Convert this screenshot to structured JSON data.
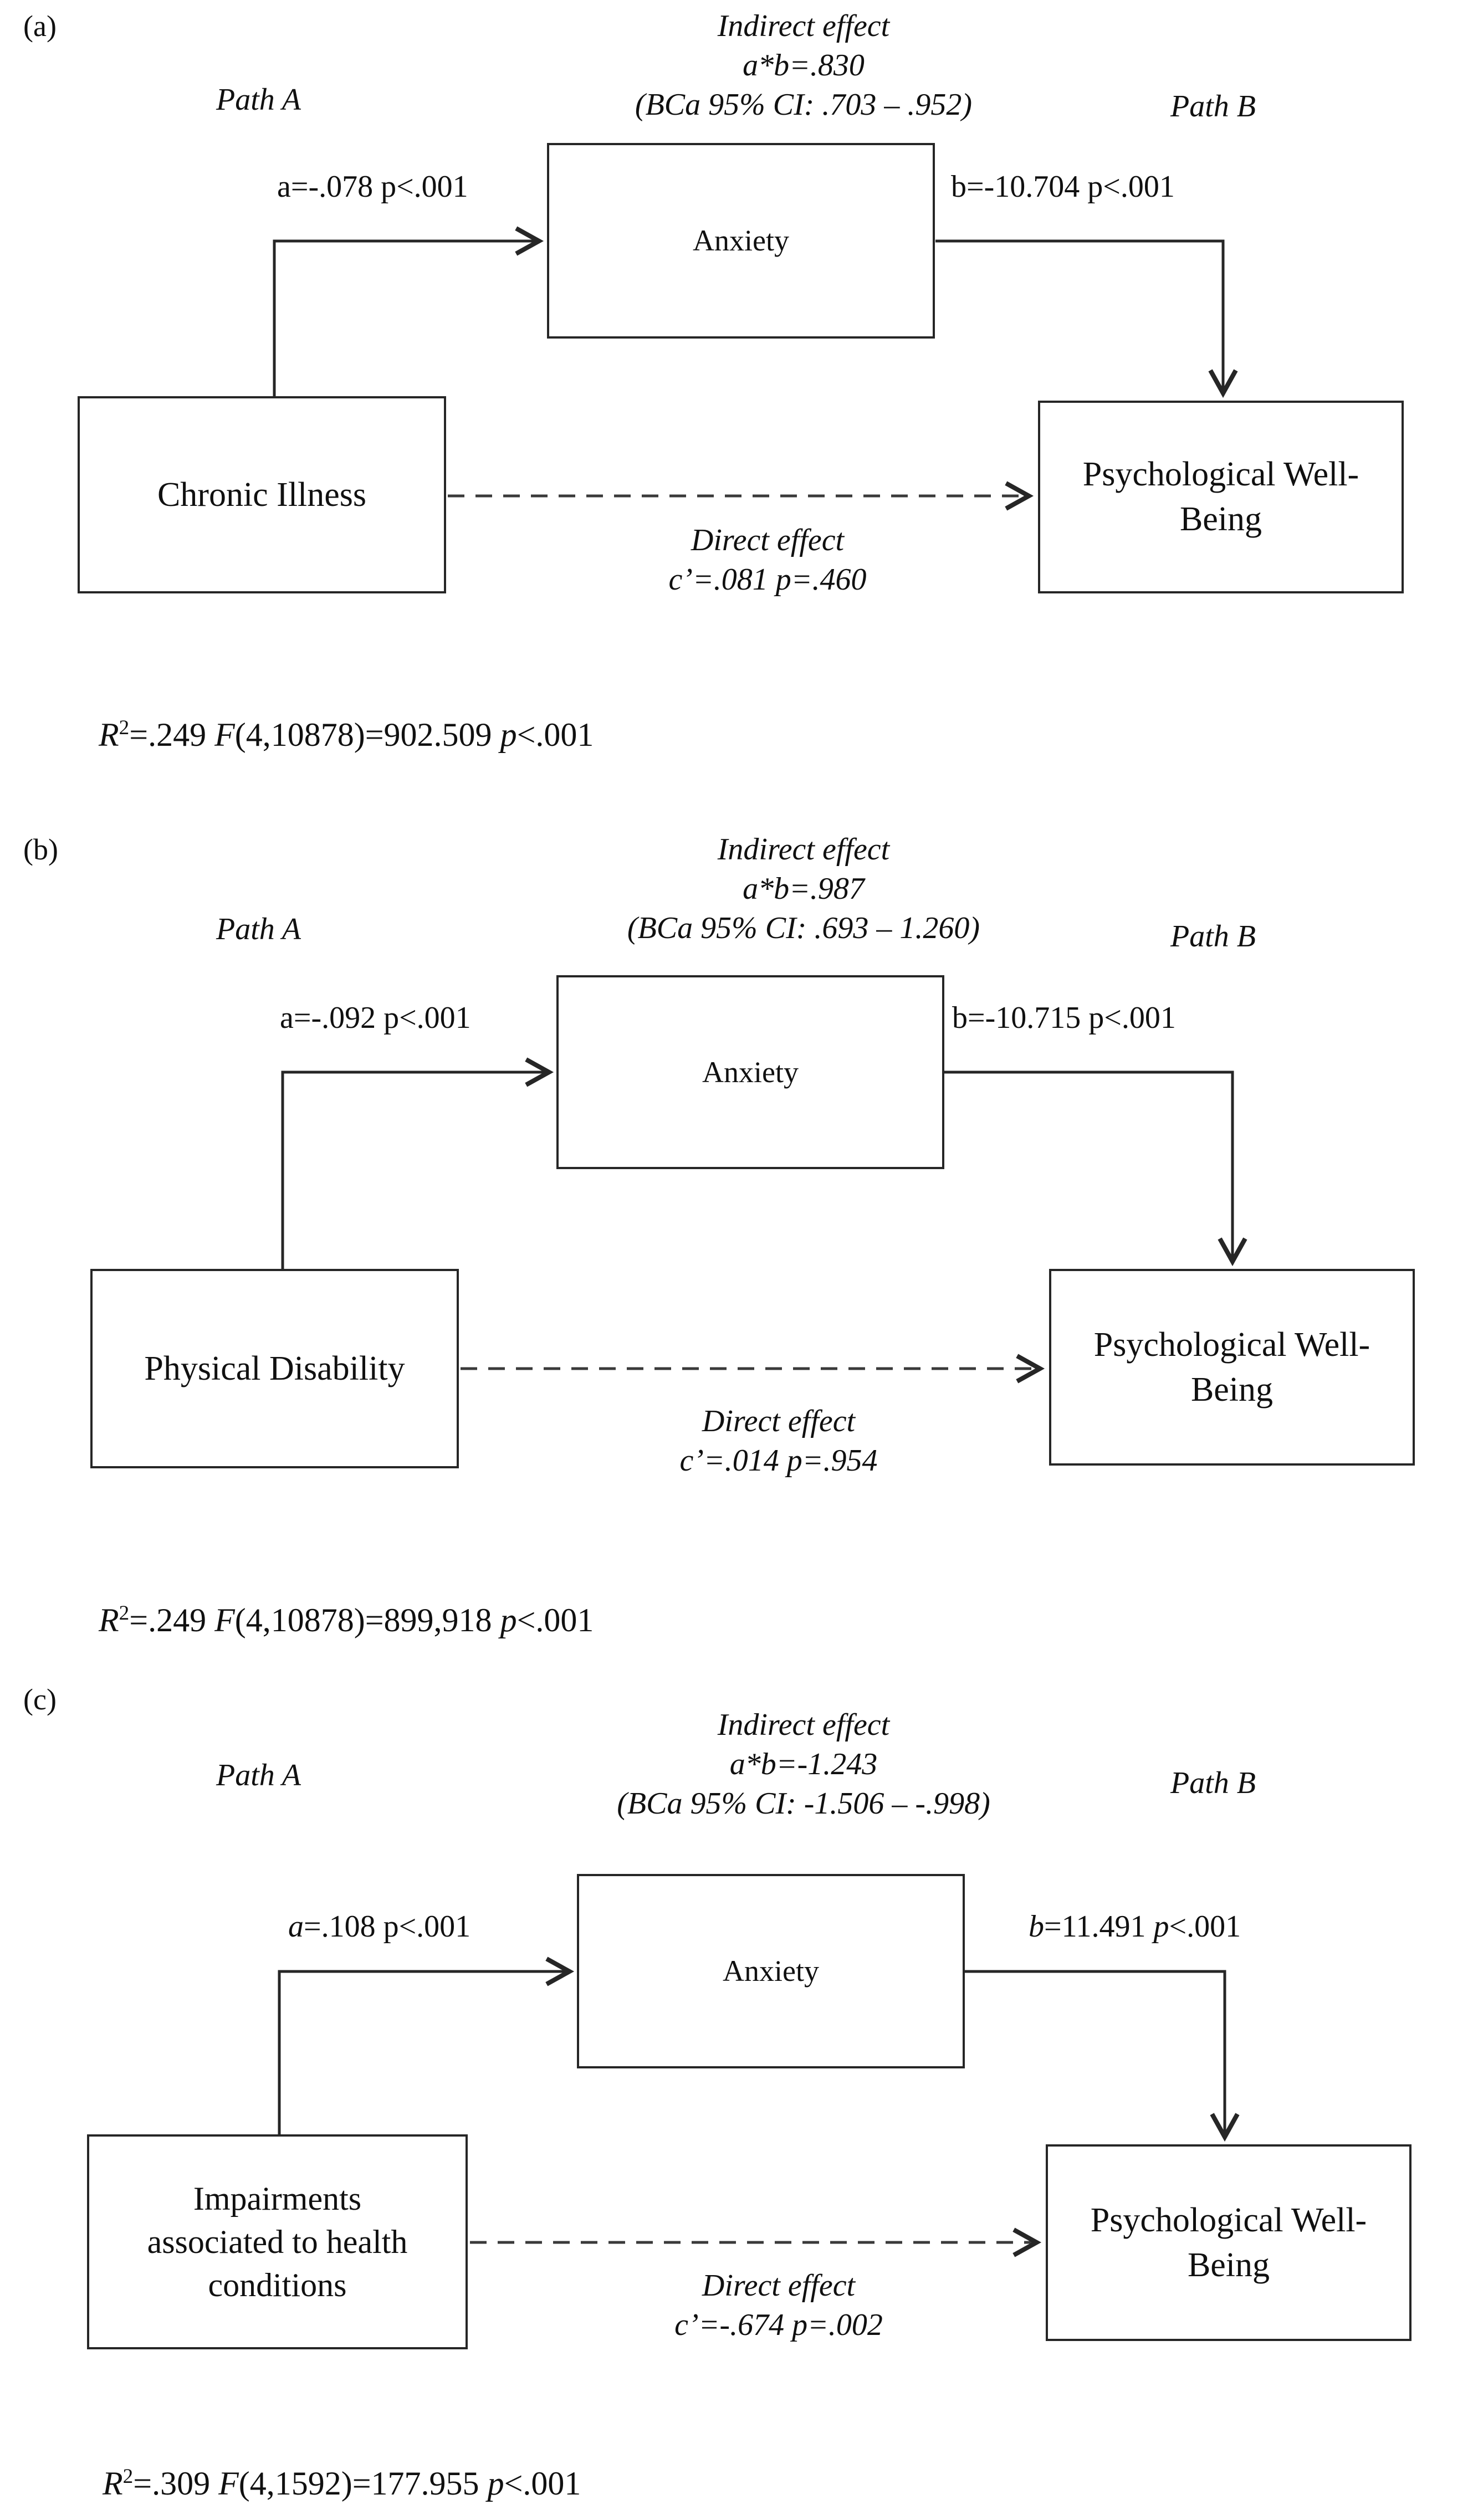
{
  "panels": [
    {
      "tag": "(a)",
      "path_a_label": "Path A",
      "path_b_label": "Path B",
      "indirect": {
        "line1": "Indirect effect",
        "line2": "a*b=.830",
        "line3": "(BCa 95% CI: .703 – .952)"
      },
      "coef_a": {
        "var": "a",
        "rest": "=-.078 ",
        "p": "p",
        "tail": "<.001"
      },
      "coef_b": {
        "var": "b",
        "rest": "=-10.704 ",
        "p": "p",
        "tail": "<.001"
      },
      "mediator": "Anxiety",
      "predictor": "Chronic Illness",
      "outcome": "Psychological Well-Being",
      "direct": {
        "line1": "Direct effect",
        "line2": "c’=.081 p=.460"
      },
      "stats": {
        "r": "R",
        "r_sup": "2",
        "r_rest": "=.249 ",
        "f": "F",
        "f_rest": "(4,10878)=902.509 ",
        "p": "p",
        "p_rest": "<.001"
      }
    },
    {
      "tag": "(b)",
      "path_a_label": "Path A",
      "path_b_label": "Path B",
      "indirect": {
        "line1": "Indirect effect",
        "line2": "a*b=.987",
        "line3": "(BCa 95% CI: .693 – 1.260)"
      },
      "coef_a": {
        "var": "a",
        "rest": "=-.092 ",
        "p": "p",
        "tail": "<.001"
      },
      "coef_b": {
        "var": "b",
        "rest": "=-10.715 ",
        "p": "p",
        "tail": "<.001"
      },
      "mediator": "Anxiety",
      "predictor": "Physical Disability",
      "outcome": "Psychological Well-Being",
      "direct": {
        "line1": "Direct effect",
        "line2": "c’=.014 p=.954"
      },
      "stats": {
        "r": "R",
        "r_sup": "2",
        "r_rest": "=.249 ",
        "f": "F",
        "f_rest": "(4,10878)=899,918 ",
        "p": "p",
        "p_rest": "<.001"
      }
    },
    {
      "tag": "(c)",
      "path_a_label": "Path A",
      "path_b_label": "Path B",
      "indirect": {
        "line1": "Indirect effect",
        "line2": "a*b=-1.243",
        "line3": "(BCa 95% CI: -1.506 – -.998)"
      },
      "coef_a": {
        "var": "a",
        "rest": "=.108 ",
        "p": "p",
        "tail": "<.001"
      },
      "coef_b": {
        "var": "b",
        "rest": "=11.491 ",
        "p": "p",
        "tail": "<.001"
      },
      "mediator": "Anxiety",
      "predictor": "Impairments associated to health conditions",
      "outcome": "Psychological Well-Being",
      "direct": {
        "line1": "Direct effect",
        "line2": "c’=-.674 p=.002"
      },
      "stats": {
        "r": "R",
        "r_sup": "2",
        "r_rest": "=.309 ",
        "f": "F",
        "f_rest": "(4,1592)=177.955 ",
        "p": "p",
        "p_rest": "<.001"
      }
    }
  ]
}
